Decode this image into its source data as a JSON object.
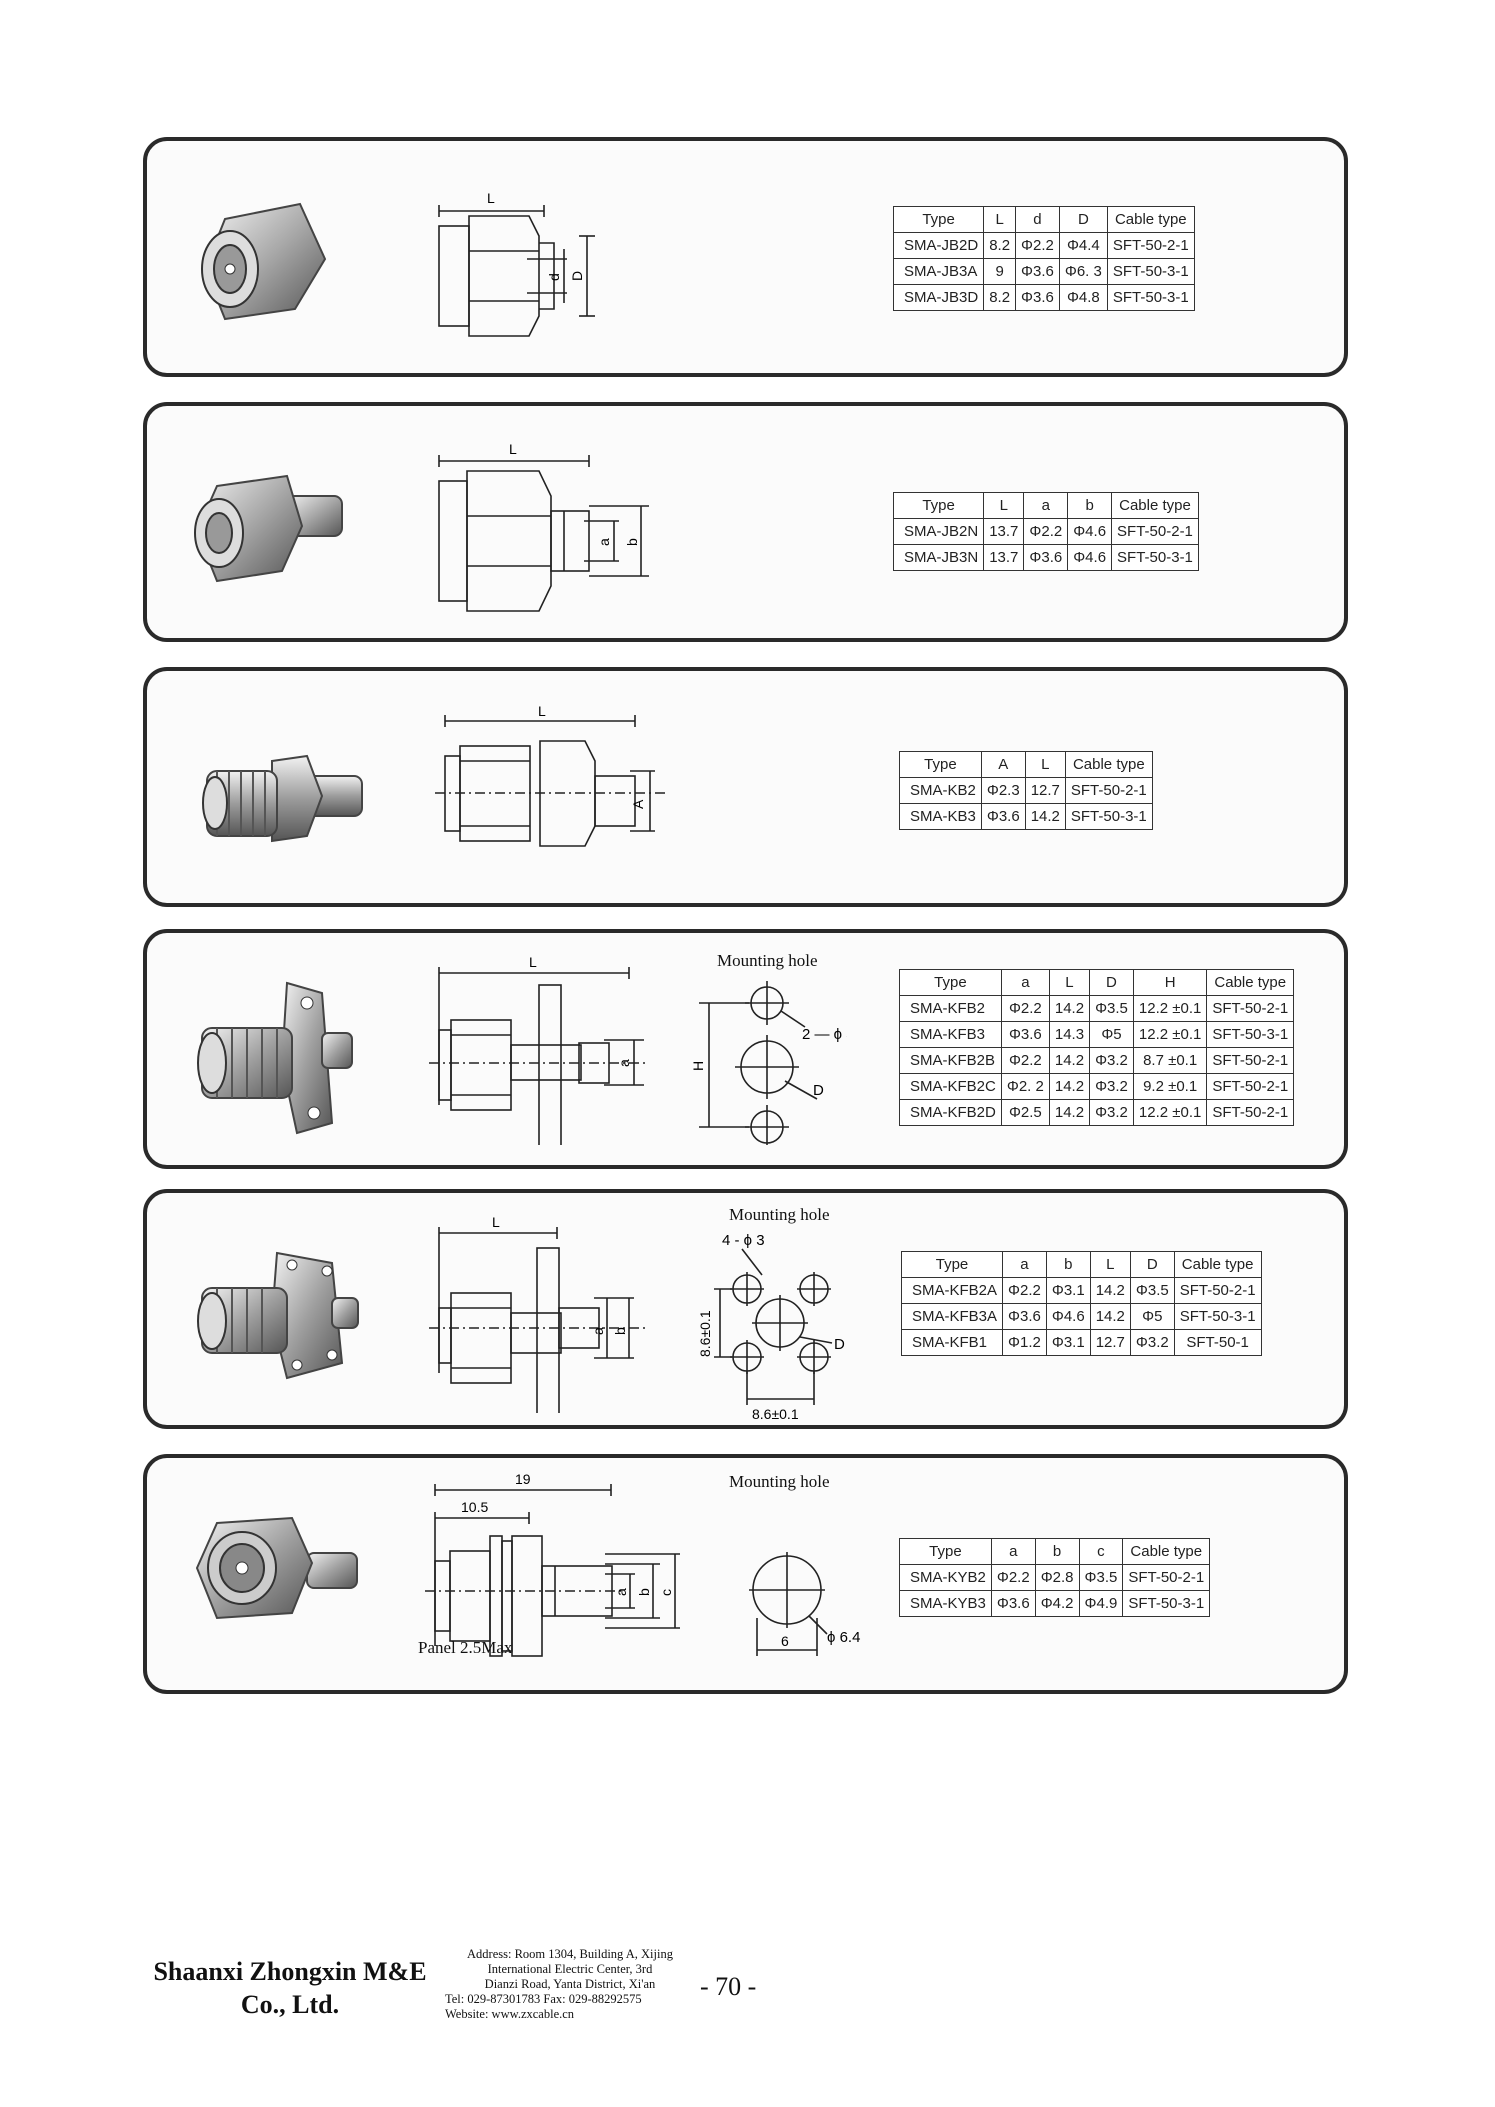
{
  "panels": [
    {
      "table": {
        "headers": [
          "Type",
          "L",
          "d",
          "D",
          "Cable type"
        ],
        "rows": [
          [
            "SMA-JB2D",
            "8.2",
            "Φ2.2",
            "Φ4.4",
            "SFT-50-2-1"
          ],
          [
            "SMA-JB3A",
            "9",
            "Φ3.6",
            "Φ6. 3",
            "SFT-50-3-1"
          ],
          [
            "SMA-JB3D",
            "8.2",
            "Φ3.6",
            "Φ4.8",
            "SFT-50-3-1"
          ]
        ]
      },
      "drawing_labels": {
        "L": "L",
        "d": "d",
        "D": "D"
      }
    },
    {
      "table": {
        "headers": [
          "Type",
          "L",
          "a",
          "b",
          "Cable type"
        ],
        "rows": [
          [
            "SMA-JB2N",
            "13.7",
            "Φ2.2",
            "Φ4.6",
            "SFT-50-2-1"
          ],
          [
            "SMA-JB3N",
            "13.7",
            "Φ3.6",
            "Φ4.6",
            "SFT-50-3-1"
          ]
        ]
      },
      "drawing_labels": {
        "L": "L",
        "a": "a",
        "b": "b"
      }
    },
    {
      "table": {
        "headers": [
          "Type",
          "A",
          "L",
          "Cable type"
        ],
        "rows": [
          [
            "SMA-KB2",
            "Φ2.3",
            "12.7",
            "SFT-50-2-1"
          ],
          [
            "SMA-KB3",
            "Φ3.6",
            "14.2",
            "SFT-50-3-1"
          ]
        ]
      },
      "drawing_labels": {
        "L": "L",
        "A": "A"
      }
    },
    {
      "caption": "Mounting hole",
      "table": {
        "headers": [
          "Type",
          "a",
          "L",
          "D",
          "H",
          "Cable type"
        ],
        "rows": [
          [
            "SMA-KFB2",
            "Φ2.2",
            "14.2",
            "Φ3.5",
            "12.2  ±0.1",
            "SFT-50-2-1"
          ],
          [
            "SMA-KFB3",
            "Φ3.6",
            "14.3",
            "Φ5",
            "12.2  ±0.1",
            "SFT-50-3-1"
          ],
          [
            "SMA-KFB2B",
            "Φ2.2",
            "14.2",
            "Φ3.2",
            "8.7  ±0.1",
            "SFT-50-2-1"
          ],
          [
            "SMA-KFB2C",
            "Φ2. 2",
            "14.2",
            "Φ3.2",
            "9.2  ±0.1",
            "SFT-50-2-1"
          ],
          [
            "SMA-KFB2D",
            "Φ2.5",
            "14.2",
            "Φ3.2",
            "12.2  ±0.1",
            "SFT-50-2-1"
          ]
        ]
      },
      "drawing_labels": {
        "L": "L",
        "a": "a",
        "H": "H",
        "D": "D",
        "holes": "2 — ϕ 3"
      }
    },
    {
      "caption": "Mounting hole",
      "table": {
        "headers": [
          "Type",
          "a",
          "b",
          "L",
          "D",
          "Cable type"
        ],
        "rows": [
          [
            "SMA-KFB2A",
            "Φ2.2",
            "Φ3.1",
            "14.2",
            "Φ3.5",
            "SFT-50-2-1"
          ],
          [
            "SMA-KFB3A",
            "Φ3.6",
            "Φ4.6",
            "14.2",
            "Φ5",
            "SFT-50-3-1"
          ],
          [
            "SMA-KFB1",
            "Φ1.2",
            "Φ3.1",
            "12.7",
            "Φ3.2",
            "SFT-50-1"
          ]
        ]
      },
      "drawing_labels": {
        "L": "L",
        "a": "a",
        "b": "b",
        "D": "D",
        "holes": "4 - ϕ 3",
        "vspacing": "8.6±0.1",
        "hspacing": "8.6±0.1"
      }
    },
    {
      "caption": "Mounting hole",
      "table": {
        "headers": [
          "Type",
          "a",
          "b",
          "c",
          "Cable type"
        ],
        "rows": [
          [
            "SMA-KYB2",
            "Φ2.2",
            "Φ2.8",
            "Φ3.5",
            "SFT-50-2-1"
          ],
          [
            "SMA-KYB3",
            "Φ3.6",
            "Φ4.2",
            "Φ4.9",
            "SFT-50-3-1"
          ]
        ]
      },
      "drawing_labels": {
        "total": "19",
        "partial": "10.5",
        "a": "a",
        "b": "b",
        "c": "c",
        "hole_d": "ϕ 6.4",
        "hole_w": "6",
        "panel": "Panel 2.5Max"
      }
    }
  ],
  "footer": {
    "company_line1": "Shaanxi Zhongxin M&E",
    "company_line2": "Co., Ltd.",
    "address_line1": "Address: Room 1304, Building A, Xijing",
    "address_line2": "International Electric Center, 3rd",
    "address_line3": "Dianzi Road, Yanta District, Xi'an",
    "tel_fax": "Tel: 029-87301783    Fax: 029-88292575",
    "website": "Website: www.zxcable.cn",
    "page_number": "- 70 -"
  }
}
